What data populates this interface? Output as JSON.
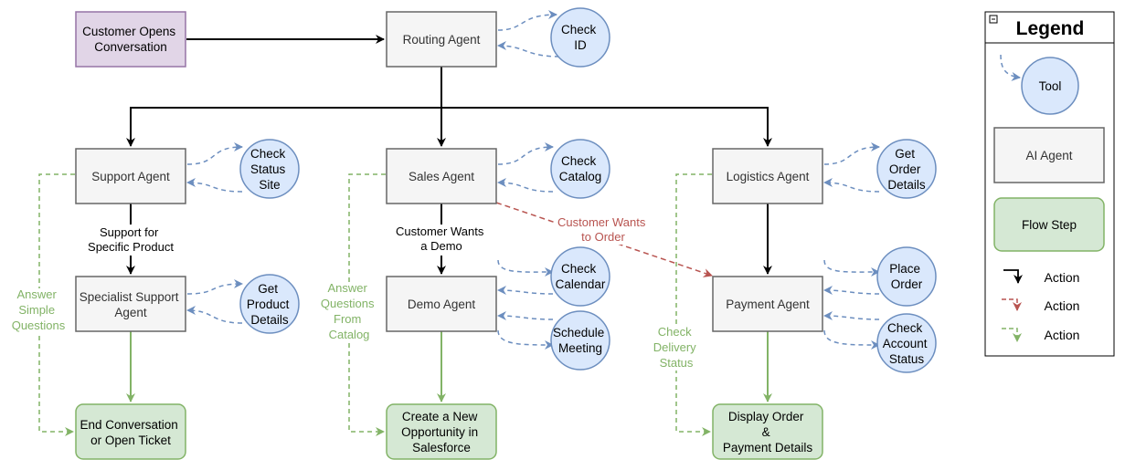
{
  "nodes": {
    "customer_opens": [
      "Customer Opens",
      "Conversation"
    ],
    "routing_agent": [
      "Routing Agent"
    ],
    "check_id": [
      "Check",
      "ID"
    ],
    "support_agent": [
      "Support Agent"
    ],
    "check_status_site": [
      "Check",
      "Status",
      "Site"
    ],
    "sales_agent": [
      "Sales Agent"
    ],
    "check_catalog": [
      "Check",
      "Catalog"
    ],
    "logistics_agent": [
      "Logistics Agent"
    ],
    "get_order_details": [
      "Get",
      "Order",
      "Details"
    ],
    "specialist_agent": [
      "Specialist Support",
      "Agent"
    ],
    "get_product_details": [
      "Get",
      "Product",
      "Details"
    ],
    "demo_agent": [
      "Demo Agent"
    ],
    "check_calendar": [
      "Check",
      "Calendar"
    ],
    "schedule_meeting": [
      "Schedule",
      "Meeting"
    ],
    "payment_agent": [
      "Payment Agent"
    ],
    "place_order": [
      "Place",
      "Order"
    ],
    "check_account_status": [
      "Check",
      "Account",
      "Status"
    ],
    "end_conversation": [
      "End Conversation",
      "or Open Ticket"
    ],
    "create_opportunity": [
      "Create a New",
      "Opportunity in",
      "Salesforce"
    ],
    "display_order": [
      "Display Order",
      "&",
      "Payment Details"
    ]
  },
  "edge_labels": {
    "support_for_product": [
      "Support for",
      "Specific Product"
    ],
    "customer_wants_demo": [
      "Customer Wants",
      "a Demo"
    ],
    "customer_wants_order": [
      "Customer Wants",
      "to Order"
    ],
    "answer_simple": [
      "Answer",
      "Simple",
      "Questions"
    ],
    "answer_catalog": [
      "Answer",
      "Questions",
      "From",
      "Catalog"
    ],
    "check_delivery": [
      "Check",
      "Delivery",
      "Status"
    ]
  },
  "legend": {
    "title": "Legend",
    "tool": "Tool",
    "ai_agent": "AI Agent",
    "flow_step": "Flow Step",
    "action_black": "Action",
    "action_red": "Action",
    "action_green": "Action"
  },
  "colors": {
    "agent_fill": "#f5f5f5",
    "agent_stroke": "#666666",
    "tool_fill": "#dae8fc",
    "tool_stroke": "#6c8ebf",
    "flow_fill": "#d5e8d4",
    "flow_stroke": "#82b366",
    "start_fill": "#e1d5e7",
    "start_stroke": "#9673a6",
    "red_arrow": "#b85450",
    "green_text": "#82b366"
  }
}
